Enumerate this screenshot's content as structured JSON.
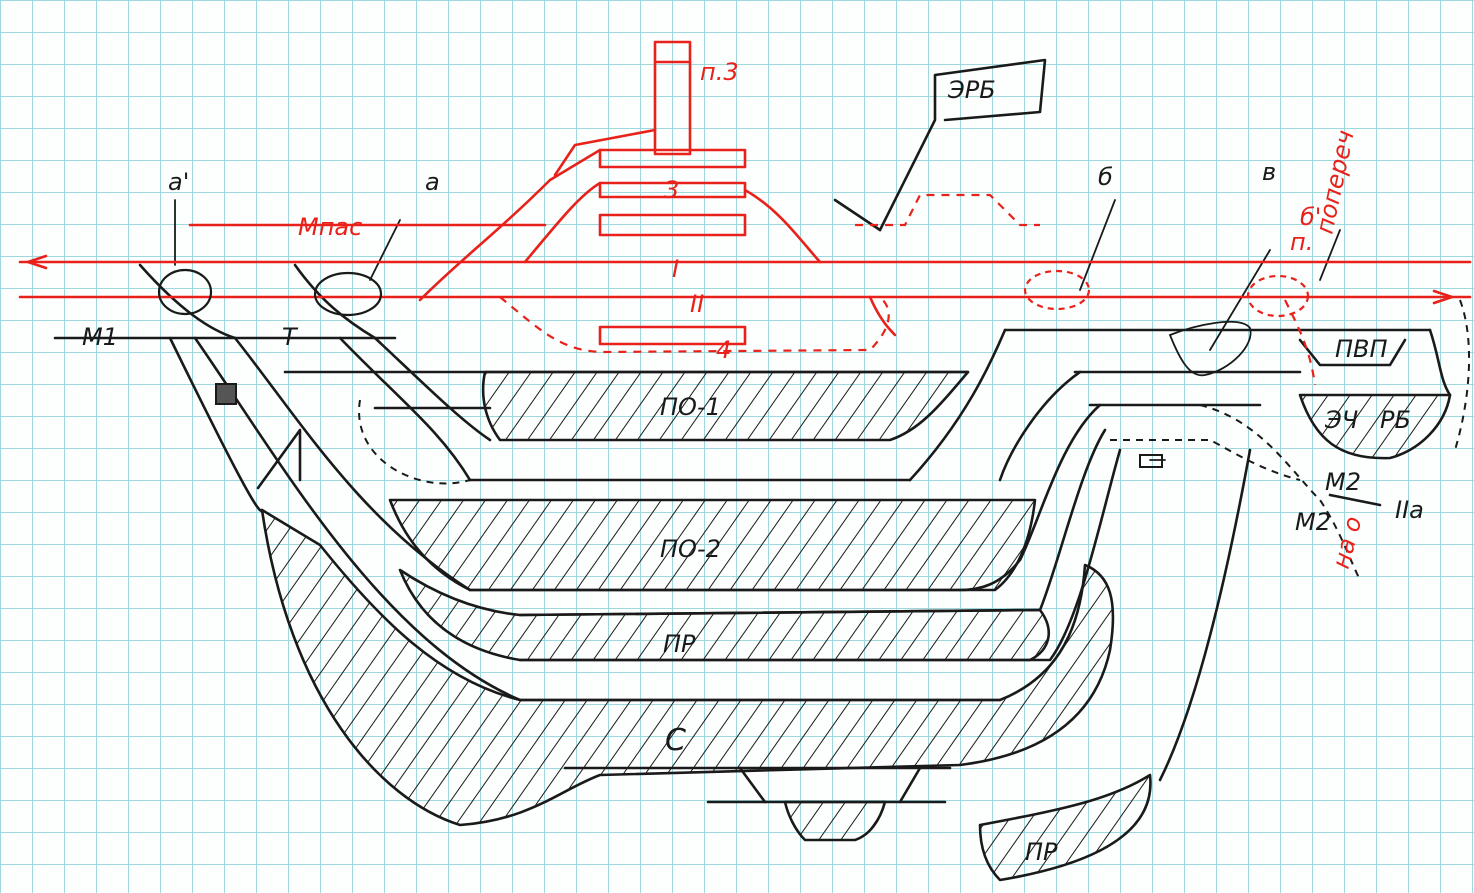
{
  "labels": {
    "a_prime": "а'",
    "a": "а",
    "b": "б",
    "v": "в",
    "b_prime": "б'",
    "p3": "п.3",
    "erb": "ЭРБ",
    "mpas": "Мпас",
    "track_1": "I",
    "track_2": "II",
    "track_3": "3",
    "track_4": "4",
    "m1": "М1",
    "t": "Т",
    "po1": "ПО-1",
    "po2": "ПО-2",
    "pr": "ПР",
    "s": "С",
    "pr_bottom": "ПР",
    "pvp": "ПВП",
    "ech": "ЭЧ",
    "rb": "РБ",
    "m2_upper": "М2",
    "m2_lower": "М2",
    "iia": "IIа",
    "poperek": "попереч",
    "na_o": "на о",
    "p_note": "п."
  },
  "colors": {
    "ink": "#1a1a1a",
    "red": "#e8221b",
    "grid": "#9fd8dc",
    "paper": "#fdfefe"
  }
}
